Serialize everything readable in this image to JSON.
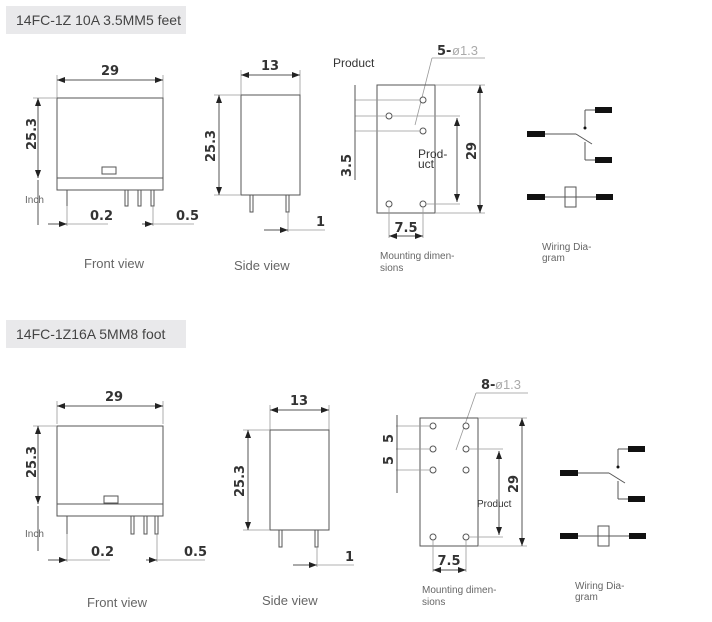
{
  "sections": [
    {
      "title": "14FC-1Z 10A 3.5MM5 feet",
      "front": {
        "width": "29",
        "height": "25.3",
        "inch": "Inch",
        "left_dim": "0.2",
        "right_dim": "0.5",
        "caption": "Front view"
      },
      "side": {
        "width": "13",
        "height": "25.3",
        "pin_dim": "1",
        "caption": "Side view"
      },
      "mounting": {
        "product_top": "Product",
        "hole_prefix": "5-",
        "hole_spec": "ø1.3",
        "pitch": "3.5",
        "length": "29",
        "product_mid_1": "Prod-",
        "product_mid_2": "uct",
        "spacing": "7.5",
        "caption_1": "Mounting dimen-",
        "caption_2": "sions"
      },
      "wiring": {
        "caption_1": "Wiring Dia-",
        "caption_2": "gram"
      }
    },
    {
      "title": "14FC-1Z16A 5MM8 foot",
      "front": {
        "width": "29",
        "height": "25.3",
        "inch": "Inch",
        "left_dim": "0.2",
        "right_dim": "0.5",
        "caption": "Front view"
      },
      "side": {
        "width": "13",
        "height": "25.3",
        "pin_dim": "1",
        "caption": "Side view"
      },
      "mounting": {
        "hole_prefix": "8-",
        "hole_spec": "ø1.3",
        "pitch_1": "5",
        "pitch_2": "5",
        "length": "29",
        "product_mid": "Product",
        "spacing": "7.5",
        "caption_1": "Mounting dimen-",
        "caption_2": "sions"
      },
      "wiring": {
        "caption_1": "Wiring Dia-",
        "caption_2": "gram"
      }
    }
  ]
}
